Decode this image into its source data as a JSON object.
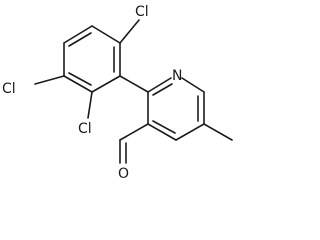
{
  "molecule": {
    "atom_labels": {
      "cl_top": "Cl",
      "cl_left": "Cl",
      "cl_bottom": "Cl",
      "nitrogen": "N",
      "oxygen": "O"
    }
  },
  "colors": {
    "bond": "#1a1a1a",
    "background": "#ffffff"
  }
}
